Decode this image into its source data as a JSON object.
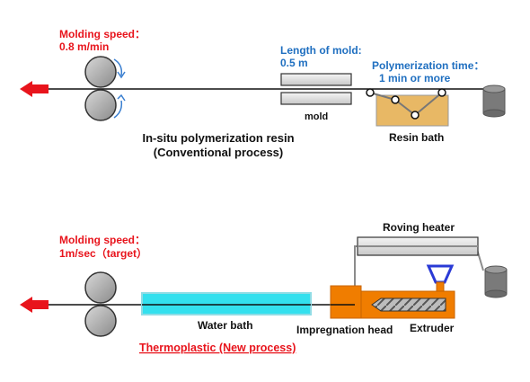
{
  "top": {
    "speed_title": "Molding  speed：",
    "speed_value": "0.8 m/min",
    "mold_length_title": "Length of mold:",
    "mold_length_value": "0.5 m",
    "poly_time_title": "Polymerization time：",
    "poly_time_value": "1 min or more",
    "mold_label": "mold",
    "resin_bath_label": "Resin bath",
    "process_title": "In-situ polymerization resin",
    "process_subtitle": "(Conventional process)"
  },
  "bottom": {
    "speed_title": "Molding speed：",
    "speed_value": "1m/sec（target）",
    "roving_heater_label": "Roving heater",
    "water_bath_label": "Water bath",
    "impregnation_head_label": "Impregnation head",
    "extruder_label": "Extruder",
    "process_title": "Thermoplastic (New process)"
  },
  "colors": {
    "red": "#e8141c",
    "blue": "#1f6fc0",
    "water": "#33e0ee",
    "resin": "#e8b865",
    "orange": "#f07d00",
    "hopper": "#2a3ad6",
    "gray": "#8c8c8c"
  }
}
